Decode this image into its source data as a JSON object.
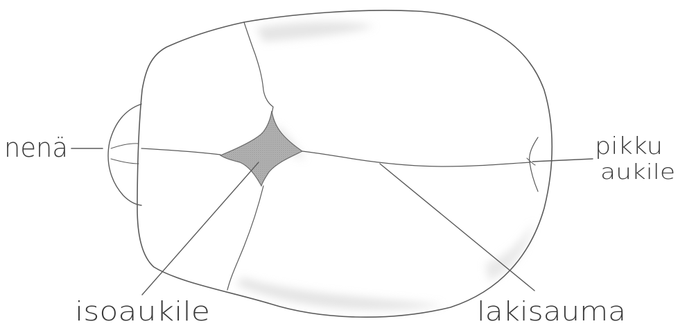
{
  "labels": {
    "nose": "nenä",
    "small_fontanelle_line1": "pikku",
    "small_fontanelle_line2": "aukile",
    "large_fontanelle": "isoaukile",
    "sagittal_suture": "lakisauma"
  },
  "colors": {
    "pencil": "#5a5a5a",
    "fontanelle_fill": "#9a9a9a",
    "shading": "#c8c8c8"
  }
}
